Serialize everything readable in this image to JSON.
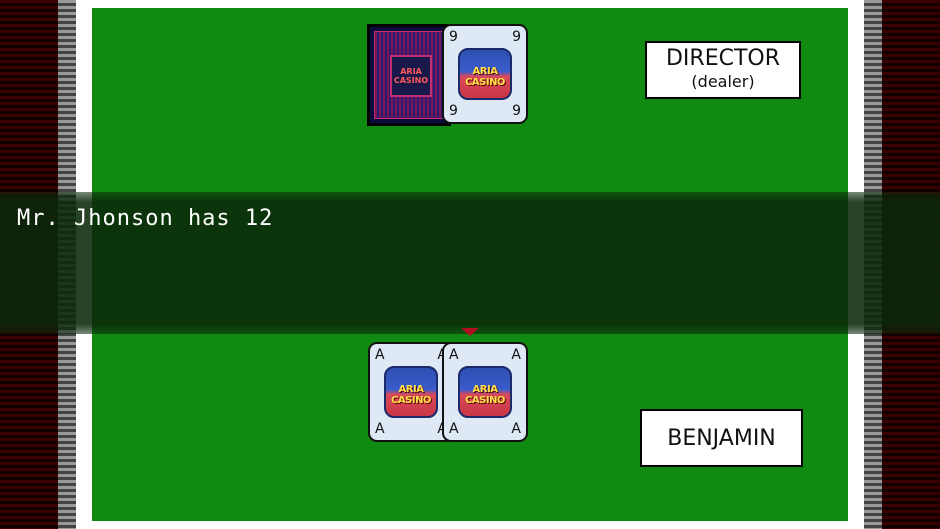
{
  "dealer": {
    "name": "DIRECTOR",
    "role": "(dealer)",
    "cards": [
      {
        "face": "back",
        "logo": "ARIA CASINO"
      },
      {
        "rank": "9",
        "logo": "ARIA CASINO"
      }
    ]
  },
  "player": {
    "name": "BENJAMIN",
    "cards": [
      {
        "rank": "A",
        "logo": "ARIA CASINO"
      },
      {
        "rank": "A",
        "logo": "ARIA CASINO"
      }
    ]
  },
  "message": {
    "text": "Mr. Jhonson has 12"
  },
  "colors": {
    "felt": "#118a11",
    "message_bar": "#0a280a",
    "pointer": "#b01020"
  }
}
